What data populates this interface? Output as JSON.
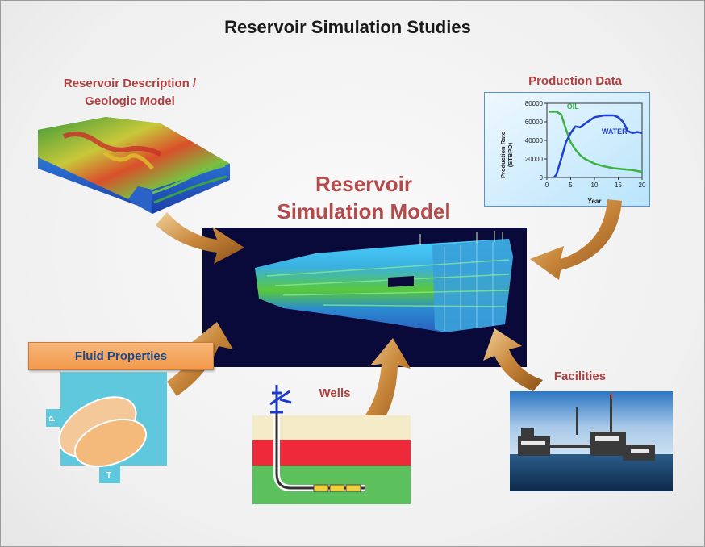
{
  "title": "Reservoir Simulation Studies",
  "geologic": {
    "label_line1": "Reservoir Description /",
    "label_line2": "Geologic Model"
  },
  "production": {
    "label": "Production Data",
    "ylabel_line1": "Production Rate",
    "ylabel_line2": "(STBPD)",
    "xlabel": "Year"
  },
  "center": {
    "line1": "Reservoir",
    "line2": "Simulation Model"
  },
  "fluid": {
    "label": "Fluid Properties",
    "p_label": "P",
    "t_label": "T"
  },
  "wells": {
    "label": "Wells"
  },
  "facilities": {
    "label": "Facilities"
  },
  "chart_data": {
    "type": "line",
    "title": "",
    "xlabel": "Year",
    "ylabel": "Production Rate (STBPD)",
    "xlim": [
      0,
      20
    ],
    "ylim": [
      0,
      80000
    ],
    "xticks": [
      0,
      5,
      10,
      15,
      20
    ],
    "yticks": [
      0,
      20000,
      40000,
      60000,
      80000
    ],
    "ytick_labels": [
      "0",
      "20000",
      "40000",
      "60000",
      "80000"
    ],
    "series": [
      {
        "name": "OIL",
        "color": "#3cb043",
        "x": [
          0.5,
          1,
          2,
          3,
          4,
          5,
          6,
          7,
          8,
          10,
          12,
          14,
          16,
          18,
          20
        ],
        "y": [
          71000,
          71000,
          71000,
          68000,
          52000,
          38000,
          30000,
          24000,
          20000,
          15000,
          12000,
          10000,
          9000,
          8000,
          6000
        ]
      },
      {
        "name": "WATER",
        "color": "#1e3fd0",
        "x": [
          1.5,
          2,
          3,
          4,
          5,
          6,
          7,
          8,
          10,
          12,
          14,
          15,
          16,
          17,
          18,
          19,
          20
        ],
        "y": [
          0,
          3000,
          20000,
          38000,
          48000,
          55000,
          54000,
          58000,
          65000,
          67000,
          67000,
          65000,
          60000,
          50000,
          48000,
          49000,
          48000
        ]
      }
    ]
  },
  "colors": {
    "accent_red": "#b04040",
    "arrow": "#c8863a",
    "blue_text": "#1f4b8c"
  }
}
